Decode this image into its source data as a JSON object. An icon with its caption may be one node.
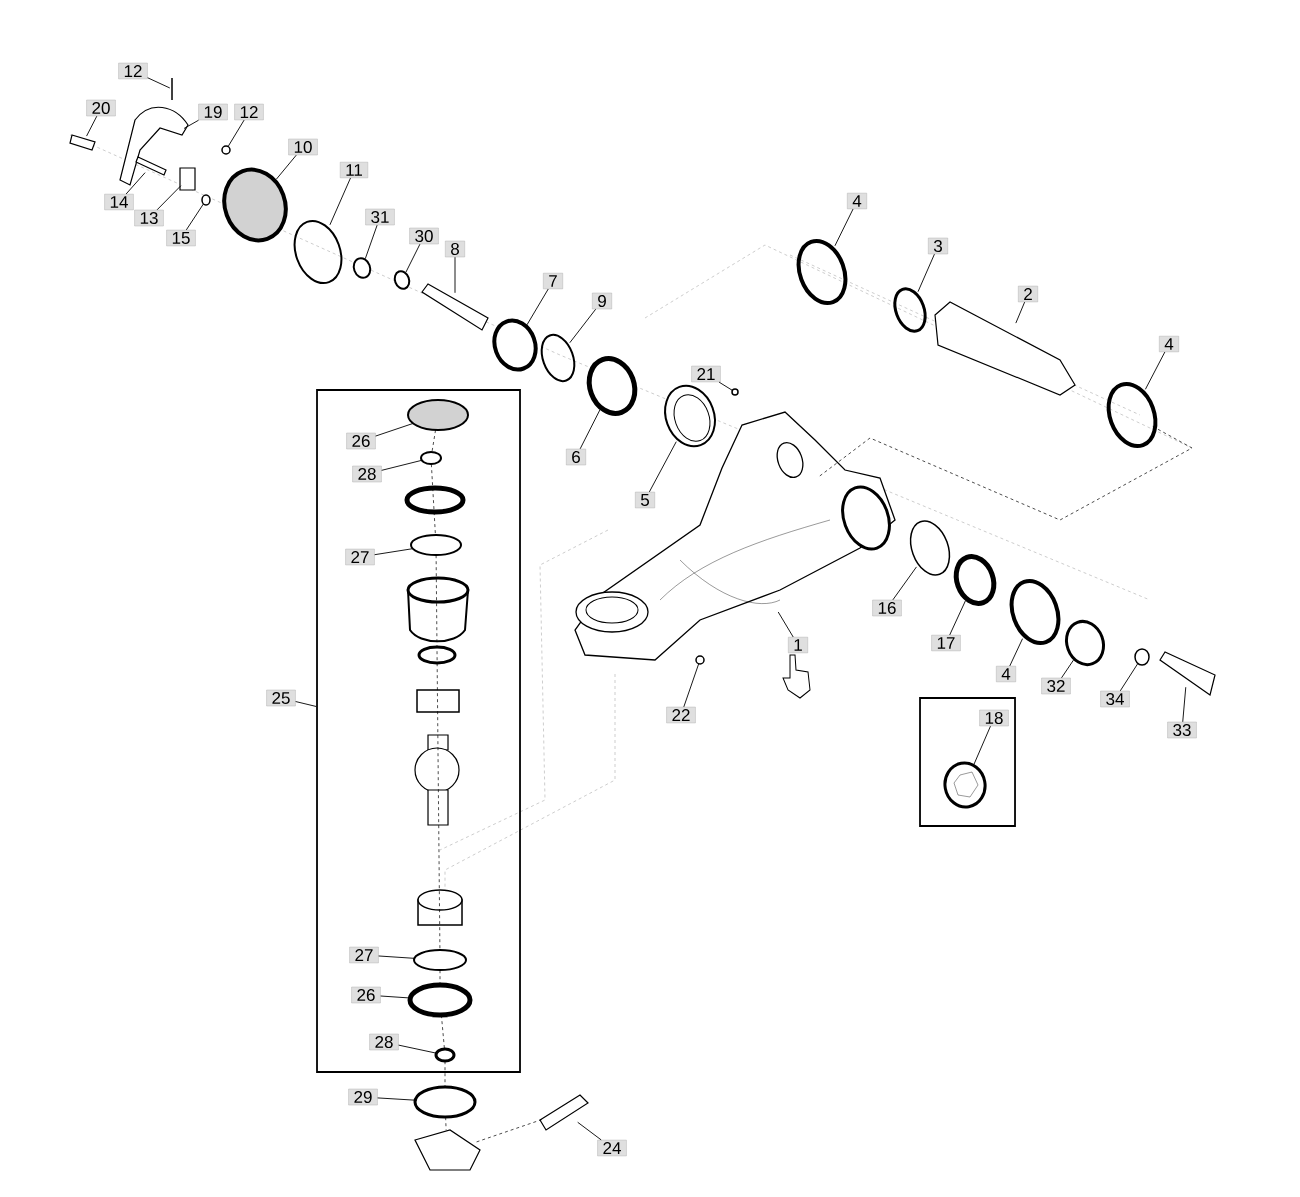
{
  "diagram": {
    "nodes": [
      {
        "text": [
          "12"
        ]
      },
      {
        "text": [
          "20"
        ]
      },
      {
        "text": [
          "19"
        ]
      },
      {
        "text": [
          "12"
        ]
      },
      {
        "text": [
          "10"
        ]
      },
      {
        "text": [
          "11"
        ]
      },
      {
        "text": [
          "14"
        ]
      },
      {
        "text": [
          "13"
        ]
      },
      {
        "text": [
          "15"
        ]
      },
      {
        "text": [
          "31"
        ]
      },
      {
        "text": [
          "30"
        ]
      },
      {
        "text": [
          "8"
        ]
      },
      {
        "text": [
          "7"
        ]
      },
      {
        "text": [
          "9"
        ]
      },
      {
        "text": [
          "4"
        ]
      },
      {
        "text": [
          "3"
        ]
      },
      {
        "text": [
          "2"
        ]
      },
      {
        "text": [
          "4"
        ]
      },
      {
        "text": [
          "21"
        ]
      },
      {
        "text": [],
        "shape": "box"
      },
      {
        "text": [
          "26"
        ],
        "in": 19
      },
      {
        "text": [
          "28"
        ],
        "in": 19
      },
      {
        "text": [
          "6"
        ]
      },
      {
        "text": [
          "5"
        ]
      },
      {
        "text": [
          "27"
        ],
        "in": 19
      },
      {
        "text": [
          "25"
        ]
      },
      {
        "text": [
          "16"
        ]
      },
      {
        "text": [
          "1"
        ]
      },
      {
        "text": [
          "17"
        ]
      },
      {
        "text": [
          "4"
        ]
      },
      {
        "text": [
          "32"
        ]
      },
      {
        "text": [
          "34"
        ]
      },
      {
        "text": [
          "33"
        ]
      },
      {
        "text": [],
        "shape": "box"
      },
      {
        "text": [
          "18"
        ],
        "in": 33
      },
      {
        "text": [
          "22"
        ]
      },
      {
        "text": [
          "27"
        ],
        "in": 19
      },
      {
        "text": [
          "26"
        ],
        "in": 19
      },
      {
        "text": [
          "28"
        ],
        "in": 19
      },
      {
        "text": [
          "29"
        ]
      },
      {
        "text": [
          "24"
        ]
      },
      {
        "text": [],
        "shape": "bar"
      },
      {
        "text": [],
        "shape": "bar"
      },
      {
        "text": [],
        "shape": "picture"
      },
      {
        "text": [],
        "shape": "circle"
      },
      {
        "text": [],
        "shape": "circle"
      },
      {
        "text": [],
        "shape": "circle"
      },
      {
        "text": [],
        "shape": "bar"
      },
      {
        "text": [],
        "shape": "box"
      },
      {
        "text": [],
        "shape": "circle"
      },
      {
        "text": [],
        "shape": "circle"
      },
      {
        "text": [],
        "shape": "circle"
      },
      {
        "text": [],
        "shape": "bar"
      },
      {
        "text": [],
        "shape": "circle"
      },
      {
        "text": [],
        "shape": "circle"
      },
      {
        "text": [],
        "shape": "circle"
      },
      {
        "text": [],
        "shape": "circle"
      },
      {
        "text": [],
        "shape": "cylinder"
      },
      {
        "text": [],
        "shape": "circle"
      },
      {
        "text": [],
        "shape": "circle"
      },
      {
        "text": [],
        "shape": "circle",
        "in": 19
      },
      {
        "text": [],
        "shape": "circle",
        "in": 19
      },
      {
        "text": [],
        "shape": "circle"
      },
      {
        "text": [],
        "shape": "circle"
      },
      {
        "text": [],
        "shape": "circle",
        "in": 19
      },
      {
        "text": [],
        "shape": "circle"
      },
      {
        "text": [],
        "shape": "picture"
      },
      {
        "text": [],
        "shape": "circle"
      },
      {
        "text": [],
        "shape": "circle"
      },
      {
        "text": [],
        "shape": "circle"
      },
      {
        "text": [],
        "shape": "circle"
      },
      {
        "text": [],
        "shape": "bar"
      },
      {
        "text": [],
        "shape": "picture",
        "in": 33
      },
      {
        "text": [],
        "shape": "circle"
      },
      {
        "text": [],
        "shape": "circle",
        "in": 19
      },
      {
        "text": [],
        "shape": "circle",
        "in": 19
      },
      {
        "text": [],
        "shape": "circle",
        "in": 19
      },
      {
        "text": [],
        "shape": "circle"
      },
      {
        "text": [],
        "shape": "bar"
      },
      {
        "text": [],
        "shape": "picture"
      }
    ],
    "edges": [
      {
        "from": 0,
        "to": 41,
        "arrow": "none"
      },
      {
        "from": 1,
        "to": 42,
        "arrow": "none"
      },
      {
        "from": 2,
        "to": 43,
        "arrow": "none"
      },
      {
        "from": 3,
        "to": 44,
        "arrow": "none"
      },
      {
        "from": 4,
        "to": 45,
        "arrow": "none"
      },
      {
        "from": 5,
        "to": 46,
        "arrow": "none"
      },
      {
        "from": 6,
        "to": 47,
        "arrow": "none"
      },
      {
        "from": 7,
        "to": 48,
        "arrow": "none"
      },
      {
        "from": 8,
        "to": 49,
        "arrow": "none"
      },
      {
        "from": 9,
        "to": 50,
        "arrow": "none"
      },
      {
        "from": 10,
        "to": 51,
        "arrow": "none"
      },
      {
        "from": 11,
        "to": 52,
        "arrow": "none"
      },
      {
        "from": 12,
        "to": 53,
        "arrow": "none"
      },
      {
        "from": 13,
        "to": 54,
        "arrow": "none"
      },
      {
        "from": 14,
        "to": 55,
        "arrow": "none"
      },
      {
        "from": 15,
        "to": 56,
        "arrow": "none"
      },
      {
        "from": 16,
        "to": 57,
        "arrow": "none"
      },
      {
        "from": 17,
        "to": 58,
        "arrow": "none"
      },
      {
        "from": 18,
        "to": 59,
        "arrow": "none"
      },
      {
        "from": 20,
        "to": 60,
        "arrow": "none"
      },
      {
        "from": 21,
        "to": 61,
        "arrow": "none"
      },
      {
        "from": 22,
        "to": 62,
        "arrow": "none"
      },
      {
        "from": 23,
        "to": 63,
        "arrow": "none"
      },
      {
        "from": 24,
        "to": 64,
        "arrow": "none"
      },
      {
        "from": 25,
        "to": 19,
        "arrow": "none"
      },
      {
        "from": 26,
        "to": 65,
        "arrow": "none"
      },
      {
        "from": 27,
        "to": 66,
        "arrow": "none"
      },
      {
        "from": 28,
        "to": 67,
        "arrow": "none"
      },
      {
        "from": 29,
        "to": 68,
        "arrow": "none"
      },
      {
        "from": 30,
        "to": 69,
        "arrow": "none"
      },
      {
        "from": 31,
        "to": 70,
        "arrow": "none"
      },
      {
        "from": 32,
        "to": 71,
        "arrow": "none"
      },
      {
        "from": 34,
        "to": 72,
        "arrow": "none"
      },
      {
        "from": 35,
        "to": 73,
        "arrow": "none"
      },
      {
        "from": 36,
        "to": 74,
        "arrow": "none"
      },
      {
        "from": 37,
        "to": 75,
        "arrow": "none"
      },
      {
        "from": 38,
        "to": 76,
        "arrow": "none"
      },
      {
        "from": 39,
        "to": 77,
        "arrow": "none"
      },
      {
        "from": 40,
        "to": 78,
        "arrow": "none"
      },
      {
        "from": 58,
        "to": 66,
        "arrow": "none",
        "style": "dashed"
      },
      {
        "from": 60,
        "to": 61,
        "arrow": "none",
        "style": "dashed"
      },
      {
        "from": 79,
        "to": 78,
        "arrow": "none",
        "style": "dashed"
      },
      {
        "from": 61,
        "to": 64,
        "arrow": "none",
        "style": "dashed"
      },
      {
        "from": 64,
        "to": 74,
        "arrow": "none",
        "style": "dashed"
      },
      {
        "from": 74,
        "to": 75,
        "arrow": "none",
        "style": "dashed"
      },
      {
        "from": 75,
        "to": 76,
        "arrow": "none",
        "style": "dashed"
      },
      {
        "from": 76,
        "to": 77,
        "arrow": "none",
        "style": "dashed"
      },
      {
        "from": 77,
        "to": 79,
        "arrow": "none",
        "style": "dashed"
      }
    ]
  }
}
